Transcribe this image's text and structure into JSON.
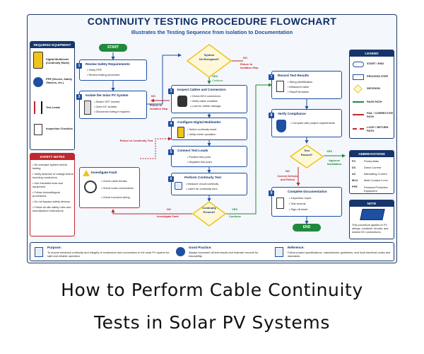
{
  "header": {
    "title": "CONTINUITY TESTING PROCEDURE FLOWCHART",
    "subtitle": "Illustrates the Testing Sequence from Isolation to Documentation"
  },
  "equipment": {
    "title": "REQUIRED EQUIPMENT",
    "items": [
      {
        "label": "Digital Multimeter (Continuity Mode)",
        "icon": "multimeter-icon"
      },
      {
        "label": "PPE (Gloves, Safety Glasses, etc.)",
        "icon": "ppe-icon"
      },
      {
        "label": "Test Leads",
        "icon": "test-leads-icon"
      },
      {
        "label": "Inspection Checklist",
        "icon": "checklist-icon"
      }
    ]
  },
  "safety": {
    "title": "SAFETY NOTES",
    "items": [
      "De-energize system before testing",
      "Verify absence of voltage before touching conductors",
      "Use insulated tools and equipment",
      "Follow lockout/tagout procedures",
      "Do not bypass safety devices",
      "Follow all site safety rules and manufacturer instructions"
    ]
  },
  "flow": {
    "start": "START",
    "end": "END",
    "d1": {
      "q1": "System",
      "q2": "De-Energized?",
      "yes": "YES",
      "yes2": "Continue",
      "no": "NO",
      "no_note": "Return to Isolation Step"
    },
    "s1": {
      "n": "1",
      "title": "Review Safety Requirements",
      "b": [
        "Verify PPE",
        "Review testing procedure"
      ]
    },
    "s2": {
      "n": "2",
      "title": "Isolate the Solar PV System",
      "b": [
        "Switch OFF inverter",
        "Open DC isolator",
        "Disconnect string if required"
      ]
    },
    "s3": {
      "n": "3",
      "title": "Inspect Cables and Connectors",
      "b": [
        "Check MC4 connectors",
        "Verify cable condition",
        "Look for visible damage"
      ]
    },
    "s4": {
      "n": "4",
      "title": "Configure Digital Multimeter",
      "b": [
        "Select continuity mode",
        "Verify meter operation"
      ]
    },
    "s5": {
      "n": "5",
      "title": "Connect Test Leads",
      "b": [
        "Positive test point",
        "Negative test point"
      ]
    },
    "s6": {
      "n": "6",
      "title": "Perform Continuity Test",
      "b": [
        "Measure circuit continuity",
        "Listen for continuity tone"
      ]
    },
    "d2": {
      "q1": "Continuity",
      "q2": "Present?",
      "yes": "YES",
      "yes2": "Continue",
      "no": "NO",
      "no_note": "Investigate Fault"
    },
    "fault": {
      "title": "Investigate Fault",
      "b": [
        "Check cable breaks",
        "Check loose connections",
        "Check incorrect wiring"
      ],
      "return": "Return to Continuity Test"
    },
    "no_iso": {
      "no": "NO",
      "note": "Return to Isolation Step"
    },
    "s7": {
      "n": "7",
      "title": "Record Test Results",
      "b": [
        "String identification",
        "Measured value",
        "Pass/Fail status"
      ]
    },
    "s8": {
      "n": "8",
      "title": "Verify Compliance",
      "b": [
        "Compare with project requirements"
      ]
    },
    "d3": {
      "q1": "Test",
      "q2": "Passed?",
      "yes": "YES",
      "yes2": "Approve Installation",
      "no": "NO",
      "no_note": "Correct Defects and Retest"
    },
    "s9": {
      "n": "9",
      "title": "Complete Documentation",
      "b": [
        "Inspection report",
        "Test records",
        "Sign-off sheet"
      ]
    }
  },
  "legend": {
    "title": "LEGEND",
    "items": [
      "START / END",
      "PROCESS STEP",
      "DECISION",
      "PASS PATH",
      "FAIL / CORRECTIVE PATH",
      "LOOP / RETURN PATH"
    ]
  },
  "abbrev": {
    "title": "ABBREVIATIONS",
    "items": [
      {
        "k": "PV",
        "v": "Photovoltaic"
      },
      {
        "k": "DC",
        "v": "Direct Current"
      },
      {
        "k": "AC",
        "v": "Alternating Current"
      },
      {
        "k": "MC4",
        "v": "Multi-Contact 4 mm"
      },
      {
        "k": "PPE",
        "v": "Personal Protective Equipment"
      }
    ]
  },
  "note": {
    "title": "NOTE",
    "text": "This procedure applies to PV strings, combiner circuits, and related DC connections."
  },
  "footer": [
    {
      "title": "Purpose:",
      "text": "To ensure electrical continuity and integrity of conductors and connections in the solar PV system for safe and reliable operation."
    },
    {
      "title": "Good Practice:",
      "text": "Always document all test results and maintain records for traceability."
    },
    {
      "title": "Reference:",
      "text": "Follow project specifications, manufacturer guidelines, and local electrical codes and standards."
    }
  ],
  "caption": {
    "line1": "How to Perform Cable Continuity",
    "line2": "Tests in Solar PV Systems"
  },
  "colors": {
    "navy": "#16356b",
    "blue": "#1e4fa0",
    "red": "#c0262d",
    "green": "#1f8a3b",
    "gold": "#f0c419"
  }
}
